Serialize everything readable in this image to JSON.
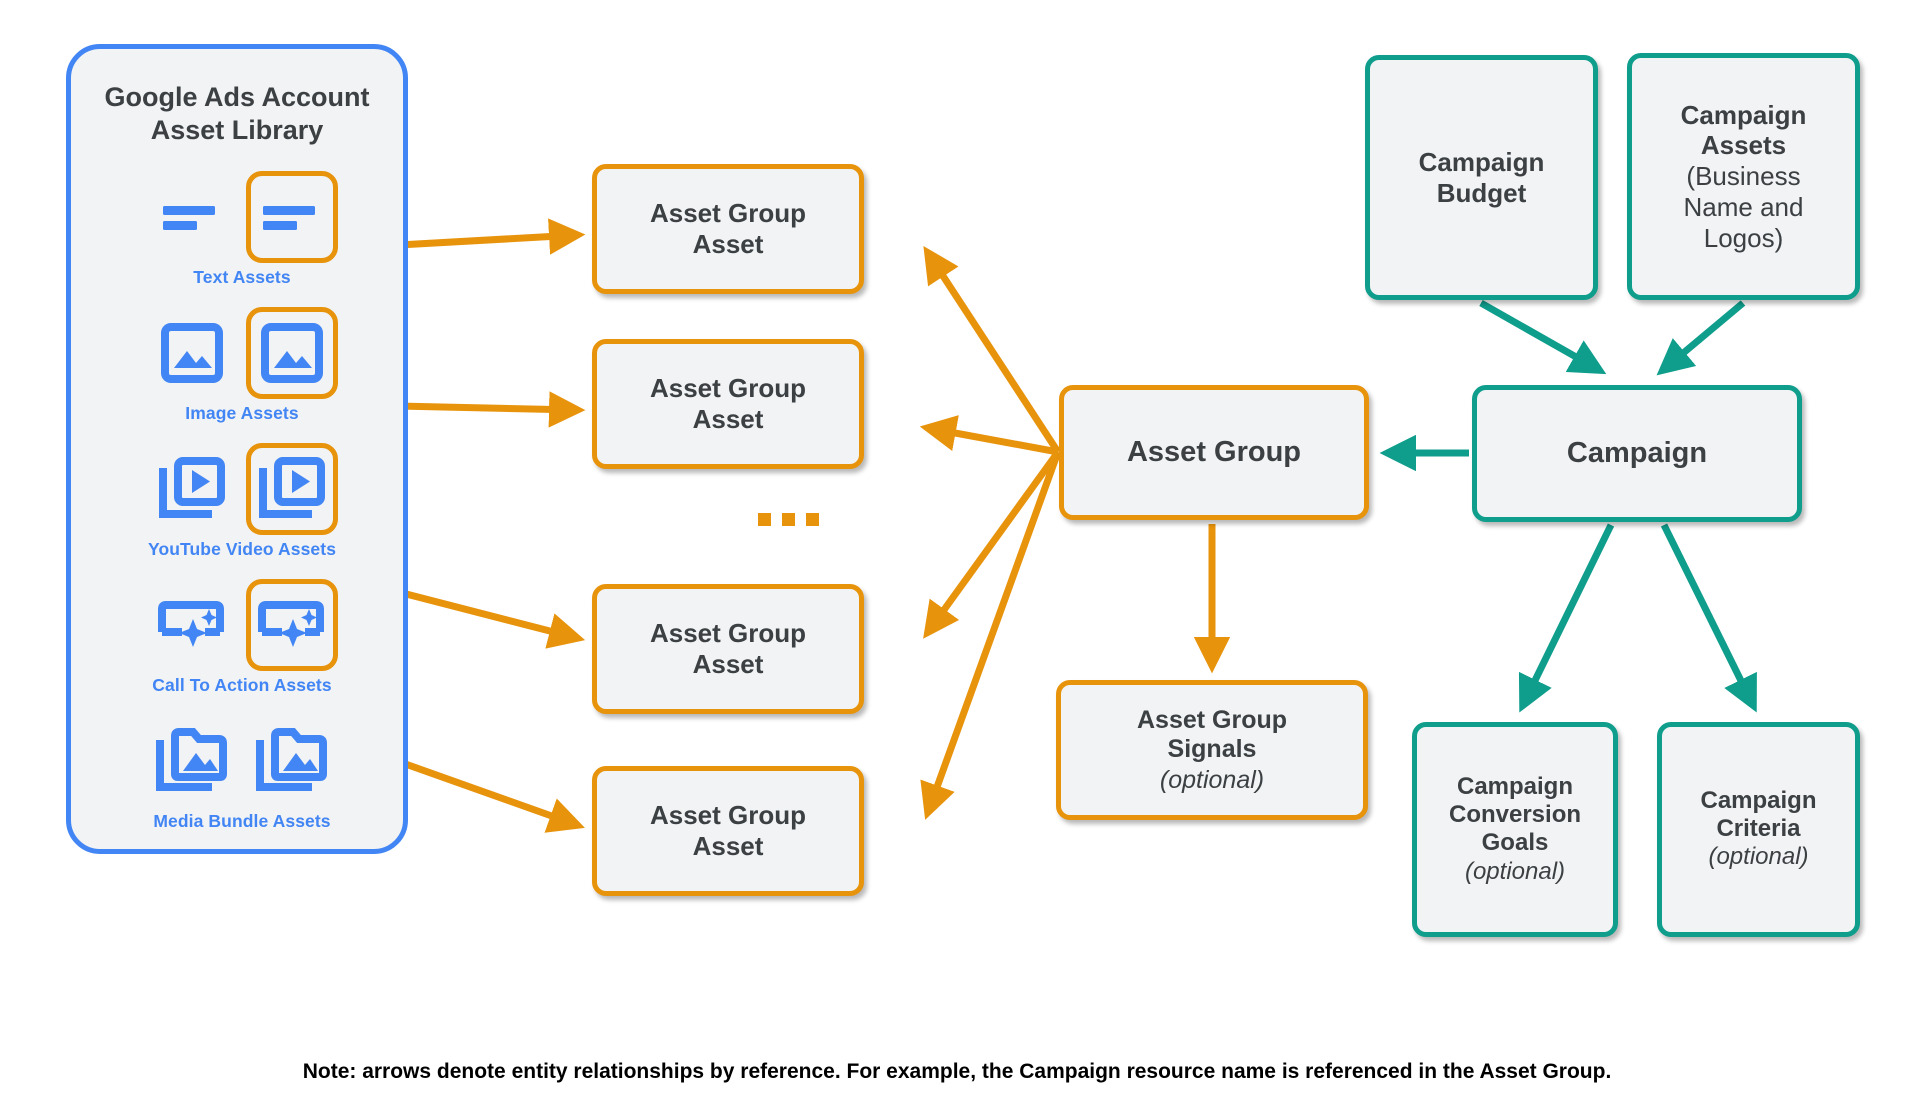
{
  "library": {
    "title_line1": "Google Ads Account",
    "title_line2": "Asset Library",
    "border_color": "#4285f4",
    "assets": [
      {
        "label": "Text Assets",
        "icon": "text-asset-icon",
        "highlighted": true
      },
      {
        "label": "Image Assets",
        "icon": "image-asset-icon",
        "highlighted": true
      },
      {
        "label": "YouTube Video  Assets",
        "icon": "youtube-video-asset-icon",
        "highlighted": true
      },
      {
        "label": "Call To Action Assets",
        "icon": "call-to-action-asset-icon",
        "highlighted": true
      },
      {
        "label": "Media Bundle  Assets",
        "icon": "media-bundle-asset-icon",
        "highlighted": false
      }
    ]
  },
  "asset_group_assets": [
    {
      "line1": "Asset Group",
      "line2": "Asset"
    },
    {
      "line1": "Asset Group",
      "line2": "Asset"
    },
    {
      "line1": "Asset Group",
      "line2": "Asset"
    },
    {
      "line1": "Asset Group",
      "line2": "Asset"
    }
  ],
  "ellipsis": "...",
  "asset_group": {
    "label": "Asset Group"
  },
  "asset_group_signals": {
    "line1": "Asset Group",
    "line2": "Signals",
    "optional": "(optional)"
  },
  "campaign_budget": {
    "line1": "Campaign",
    "line2": "Budget"
  },
  "campaign_assets": {
    "line1": "Campaign",
    "line2": "Assets",
    "sub1": "(Business",
    "sub2": "Name and",
    "sub3": "Logos)"
  },
  "campaign": {
    "label": "Campaign"
  },
  "campaign_conversion_goals": {
    "line1": "Campaign",
    "line2": "Conversion",
    "line3": "Goals",
    "optional": "(optional)"
  },
  "campaign_criteria": {
    "line1": "Campaign",
    "line2": "Criteria",
    "optional": "(optional)"
  },
  "footer": {
    "note": "Note: arrows denote entity relationships by reference. For example, the Campaign resource name is referenced in the Asset Group."
  },
  "colors": {
    "orange": "#e8930c",
    "teal": "#0f9d8c",
    "blue": "#4285f4",
    "node_fill": "#f1f3f4",
    "text": "#3c4043"
  }
}
